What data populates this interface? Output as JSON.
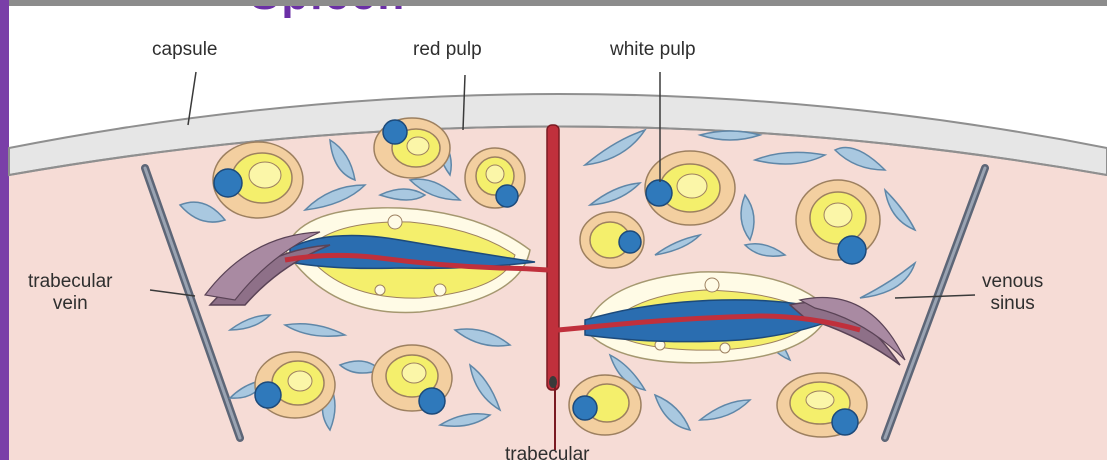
{
  "title_fragment": "Spleen",
  "labels": {
    "capsule": "capsule",
    "red_pulp": "red pulp",
    "white_pulp": "white pulp",
    "trabecular_vein_line1": "trabecular",
    "trabecular_vein_line2": "vein",
    "venous_sinus_line1": "venous",
    "venous_sinus_line2": "sinus",
    "trabecular_bottom": "trabecular"
  },
  "colors": {
    "frame_purple": "#7a3fa8",
    "capsule": "#e8e8e8",
    "red_pulp": "#f6dcd6",
    "sinus": "#9fc3dd",
    "follicle_outer": "#f3cfa0",
    "follicle_yellow": "#f4ef6c",
    "artery": "#c0303c",
    "vein_blue": "#2a6db0",
    "trabecula": "#6f7a8a",
    "vein_purple": "#8e7088"
  }
}
